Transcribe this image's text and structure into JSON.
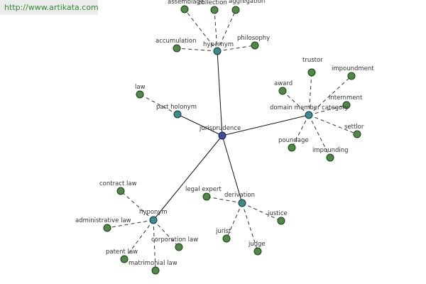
{
  "watermark": "http://www.artikata.com",
  "graph": {
    "root": {
      "label": "jurisprudence"
    },
    "hubs": {
      "hypernym": {
        "label": "hypernym"
      },
      "part_holonym": {
        "label": "part holonym"
      },
      "domain_member": {
        "label": "domain member category"
      },
      "derivation": {
        "label": "derivation"
      },
      "hyponym": {
        "label": "hyponym"
      }
    },
    "leaves": {
      "assemblage": "assemblage",
      "collection": "collection",
      "aggregation": "aggregation",
      "accumulation": "accumulation",
      "philosophy": "philosophy",
      "law": "law",
      "trustor": "trustor",
      "impoundment": "impoundment",
      "award": "award",
      "internment": "internment",
      "settlor": "settlor",
      "poundage": "poundage",
      "impounding": "impounding",
      "legal_expert": "legal expert",
      "justice": "justice",
      "jurist": "jurist",
      "judge": "judge",
      "contract_law": "contract law",
      "administrative_law": "administrative law",
      "corporation_law": "corporation law",
      "patent_law": "patent law",
      "matrimonial_law": "matrimonial law"
    }
  }
}
